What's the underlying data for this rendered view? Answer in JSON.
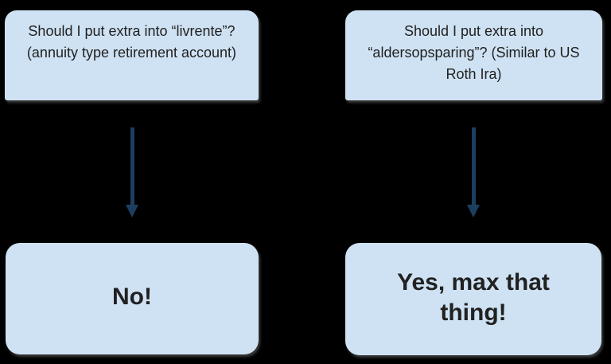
{
  "diagram": {
    "background_color": "#000000",
    "node_fill_color": "#cfe2f3",
    "node_text_color": "#212121",
    "arrow_color": "#1d3f5f",
    "nodes": {
      "q_livrente": {
        "role": "question",
        "lines": [
          "Should I put extra into “livrente”?",
          "(annuity type retirement account)"
        ]
      },
      "q_aldersopsparing": {
        "role": "question",
        "lines": [
          "Should I put extra into",
          "“aldersopsparing”? (Similar to US",
          "Roth Ira)"
        ]
      },
      "a_no": {
        "role": "answer",
        "lines": [
          "No!"
        ]
      },
      "a_yes": {
        "role": "answer",
        "lines": [
          "Yes, max that",
          "thing!"
        ]
      }
    },
    "connectors": [
      {
        "from": "q_livrente",
        "to": "a_no",
        "direction": "down"
      },
      {
        "from": "q_aldersopsparing",
        "to": "a_yes",
        "direction": "down"
      }
    ]
  }
}
